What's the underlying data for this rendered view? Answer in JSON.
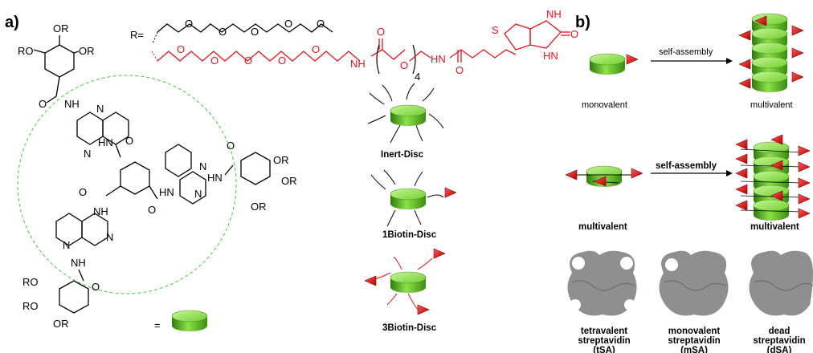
{
  "panels": {
    "a": "a)",
    "b": "b)"
  },
  "chem": {
    "r_eq": "R=",
    "or_top": "OR",
    "ro_left": "RO",
    "or_right": "OR",
    "nh_labels": [
      "NH",
      "HN",
      "HN",
      "NH",
      "NH",
      "NH"
    ],
    "n_label": "N",
    "o_label": "O",
    "or_right2": "OR",
    "or_right3": "OR",
    "or_right4": "OR",
    "ro_bot1": "RO",
    "ro_bot2": "RO",
    "or_bot": "OR",
    "equals": "=",
    "peg_o": "O",
    "nh_red": "NH",
    "hn_red": "HN",
    "s_red": "S",
    "nh_biotin": "NH",
    "hn_biotin": "HN",
    "o_biotin": "O",
    "sub4": "4",
    "o_red": "O"
  },
  "discs": {
    "inert": "Inert-Disc",
    "one_biotin": "1Biotin-Disc",
    "three_biotin": "3Biotin-Disc"
  },
  "panel_b": {
    "arrow1": "self-assembly",
    "arrow2": "self-assembly",
    "monovalent": "monovalent",
    "multivalent_top": "multivalent",
    "multivalent_left": "multivalent",
    "multivalent_right": "multivalent",
    "proteins": [
      {
        "line1": "tetravalent",
        "line2": "streptavidin",
        "line3": "(tSA)"
      },
      {
        "line1": "monovalent",
        "line2": "streptavidin",
        "line3": "(mSA)"
      },
      {
        "line1": "dead",
        "line2": "streptavidin",
        "line3": "(dSA)"
      }
    ]
  },
  "colors": {
    "green": "#5cc21b",
    "red": "#e8141b",
    "gray": "#8f8f8f"
  }
}
